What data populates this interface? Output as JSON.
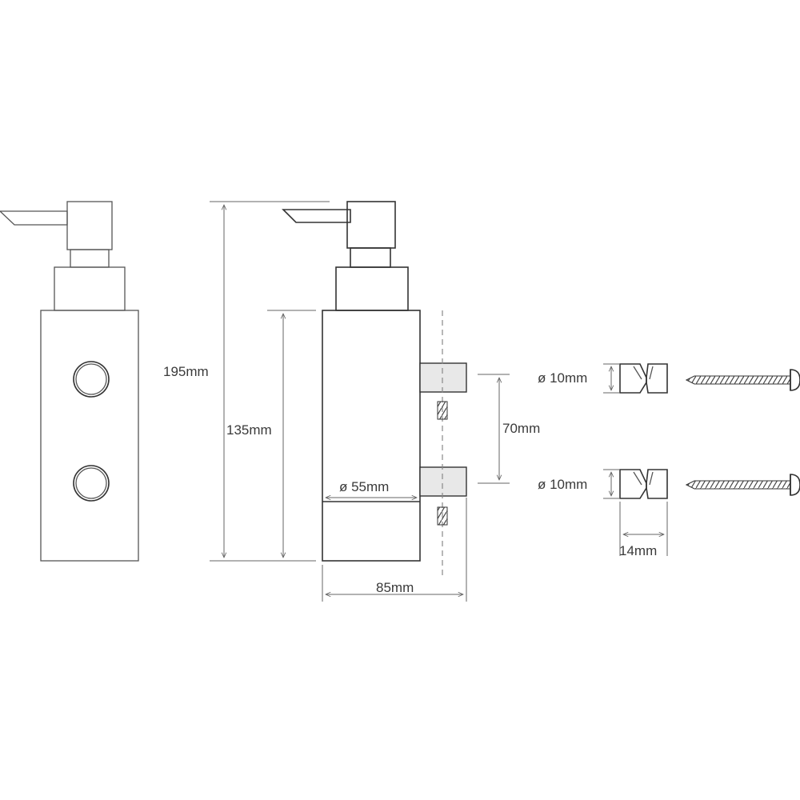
{
  "dimensions": {
    "total_height": "195mm",
    "body_height": "135mm",
    "bracket_spacing": "70mm",
    "diameter_body": "ø 55mm",
    "projection": "85mm",
    "anchor_diameter_top": "ø 10mm",
    "anchor_diameter_bottom": "ø 10mm",
    "anchor_length": "14mm"
  }
}
